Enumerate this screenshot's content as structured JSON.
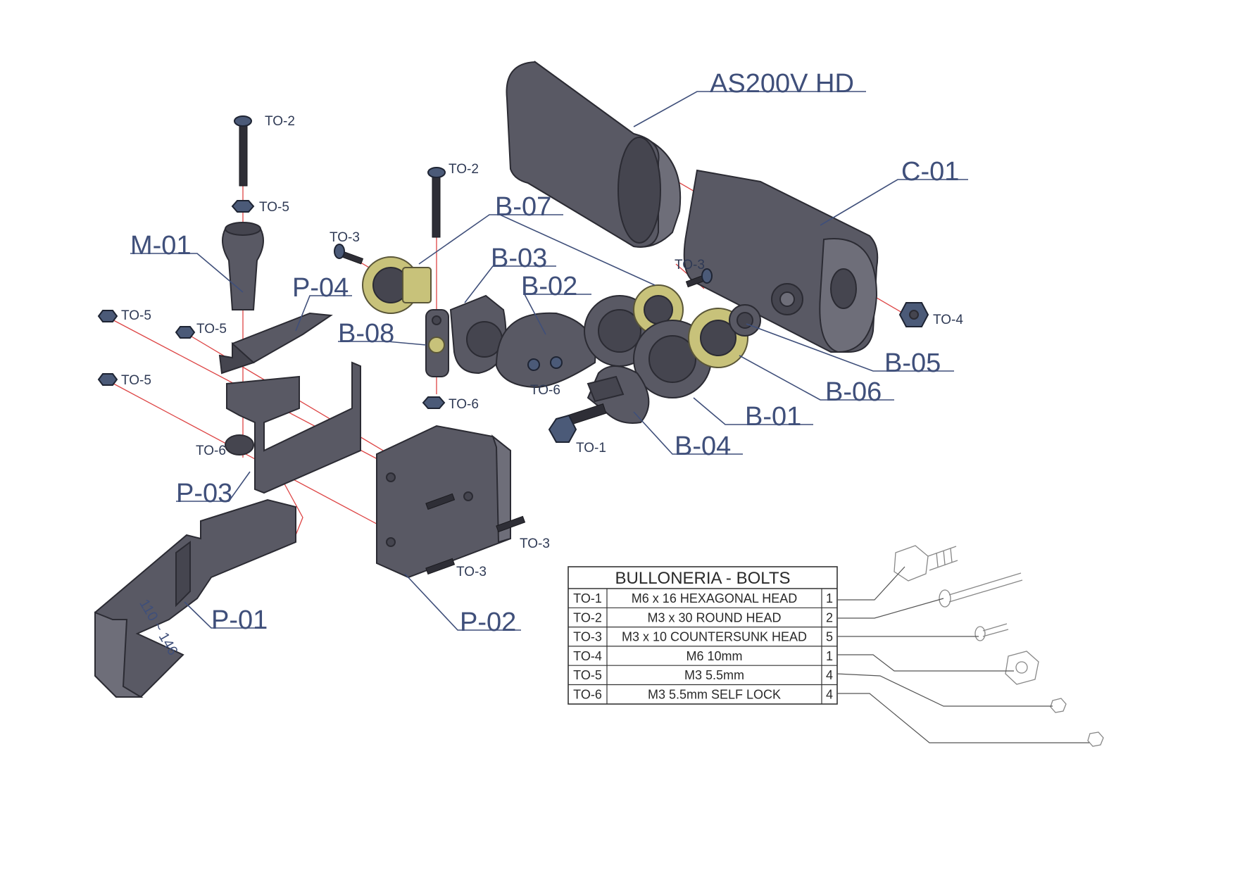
{
  "labels": {
    "as200v": "AS200V HD",
    "c01": "C-01",
    "b07": "B-07",
    "b03": "B-03",
    "b02": "B-02",
    "b08": "B-08",
    "b05": "B-05",
    "b06": "B-06",
    "b01": "B-01",
    "b04": "B-04",
    "m01": "M-01",
    "p04": "P-04",
    "p03": "P-03",
    "p02": "P-02",
    "p01": "P-01",
    "engraving": "110 ~ 146"
  },
  "callouts": {
    "to2_a": "TO-2",
    "to5_a": "TO-5",
    "to2_b": "TO-2",
    "to3_a": "TO-3",
    "to3_b": "TO-3",
    "to4": "TO-4",
    "to5_b": "TO-5",
    "to5_c": "TO-5",
    "to5_d": "TO-5",
    "to6_a": "TO-6",
    "to6_b": "TO-6",
    "to6_c": "TO-6",
    "to1": "TO-1",
    "to3_c": "TO-3",
    "to3_d": "TO-3"
  },
  "bolts_table": {
    "title": "BULLONERIA - BOLTS",
    "rows": [
      {
        "code": "TO-1",
        "description": "M6 x 16 HEXAGONAL HEAD",
        "qty": "1"
      },
      {
        "code": "TO-2",
        "description": "M3 x 30 ROUND HEAD",
        "qty": "2"
      },
      {
        "code": "TO-3",
        "description": "M3 x 10 COUNTERSUNK HEAD",
        "qty": "5"
      },
      {
        "code": "TO-4",
        "description": "M6 10mm",
        "qty": "1"
      },
      {
        "code": "TO-5",
        "description": "M3 5.5mm",
        "qty": "4"
      },
      {
        "code": "TO-6",
        "description": "M3 5.5mm SELF LOCK",
        "qty": "4"
      }
    ]
  },
  "colors": {
    "label": "#3f4f7a",
    "part": "#595964",
    "brass": "#c8c27a",
    "axis": "#dd4444",
    "nut": "#4b5a78"
  }
}
